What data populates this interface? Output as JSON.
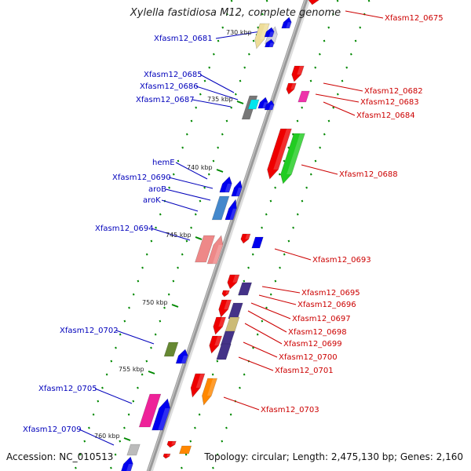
{
  "title": "Xylella fastidiosa M12, complete genome",
  "accession": "Accession: NC_010513",
  "topology": "Topology: circular; Length: 2,475,130 bp; Genes: 2,160",
  "colors": {
    "backbone": "#999999",
    "tick": "#008800",
    "label_left": "#0000bb",
    "label_right": "#cc0000"
  },
  "kbp_marks": [
    "730 kbp",
    "735 kbp",
    "740 kbp",
    "745 kbp",
    "750 kbp",
    "755 kbp",
    "760 kbp"
  ],
  "left_labels": [
    "Xfasm12_0681",
    "Xfasm12_0685",
    "Xfasm12_0686",
    "Xfasm12_0687",
    "hemE",
    "Xfasm12_0690",
    "aroB",
    "aroK",
    "Xfasm12_0694",
    "Xfasm12_0702",
    "Xfasm12_0705",
    "Xfasm12_0709"
  ],
  "right_labels": [
    "Xfasm12_0675",
    "Xfasm12_0682",
    "Xfasm12_0683",
    "Xfasm12_0684",
    "Xfasm12_0688",
    "Xfasm12_0693",
    "Xfasm12_0695",
    "Xfasm12_0696",
    "Xfasm12_0697",
    "Xfasm12_0698",
    "Xfasm12_0699",
    "Xfasm12_0700",
    "Xfasm12_0701",
    "Xfasm12_0703"
  ]
}
